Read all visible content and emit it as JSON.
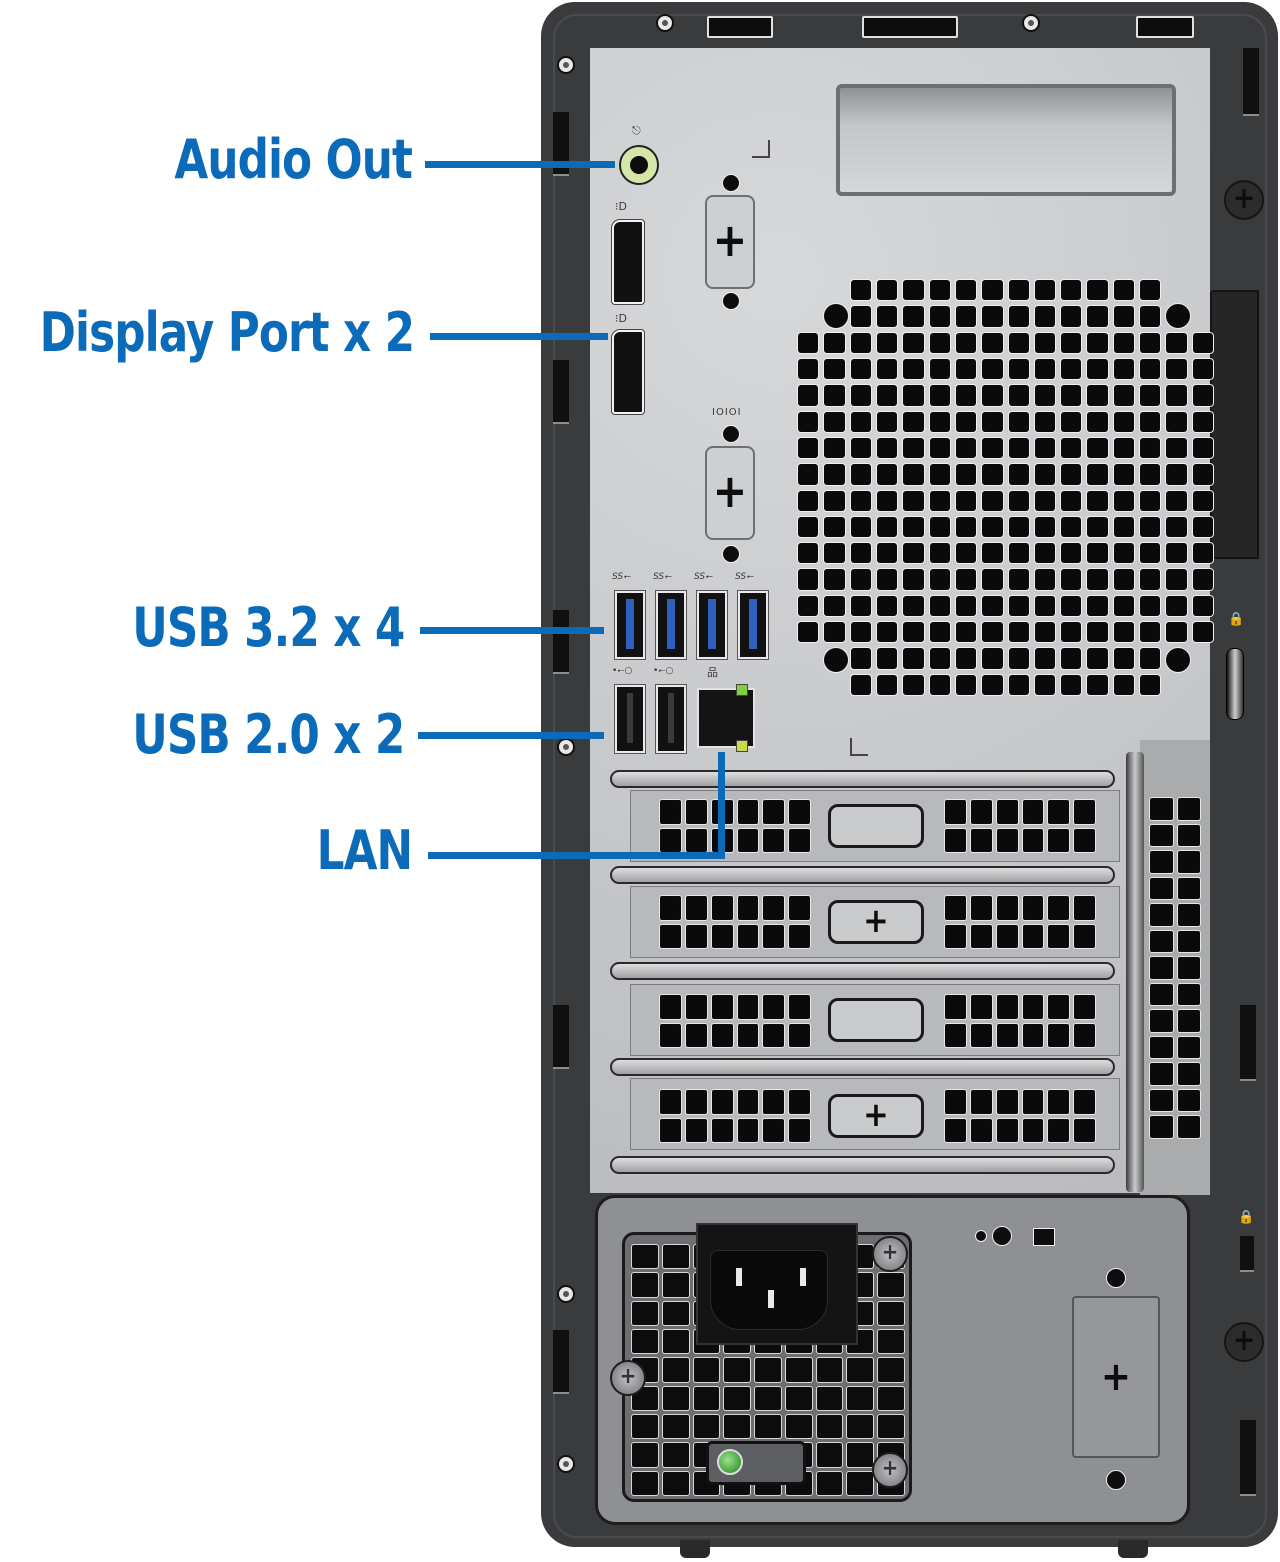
{
  "callouts": [
    {
      "id": "audio_out",
      "label": "Audio Out"
    },
    {
      "id": "display_port",
      "label": "Display Port x 2"
    },
    {
      "id": "usb32",
      "label": "USB 3.2 x 4"
    },
    {
      "id": "usb20",
      "label": "USB 2.0 x 2"
    },
    {
      "id": "lan",
      "label": "LAN"
    }
  ],
  "port_glyphs": {
    "audio": "⎋",
    "displayport": "⁝D",
    "serial": "IOIOI",
    "usb3": "SS⭠",
    "usb2": "•⭠○",
    "network": "品",
    "lock": "🔒"
  },
  "colors": {
    "callout_blue": "#0b6bb8",
    "chassis": "#3a3b3d",
    "panel": "#c7c9cc",
    "usb3_blue": "#2f5fbf",
    "lan_led_green": "#7fcf3f",
    "lan_led_yellow": "#c9d94a",
    "psu_led": "#3da23b"
  }
}
